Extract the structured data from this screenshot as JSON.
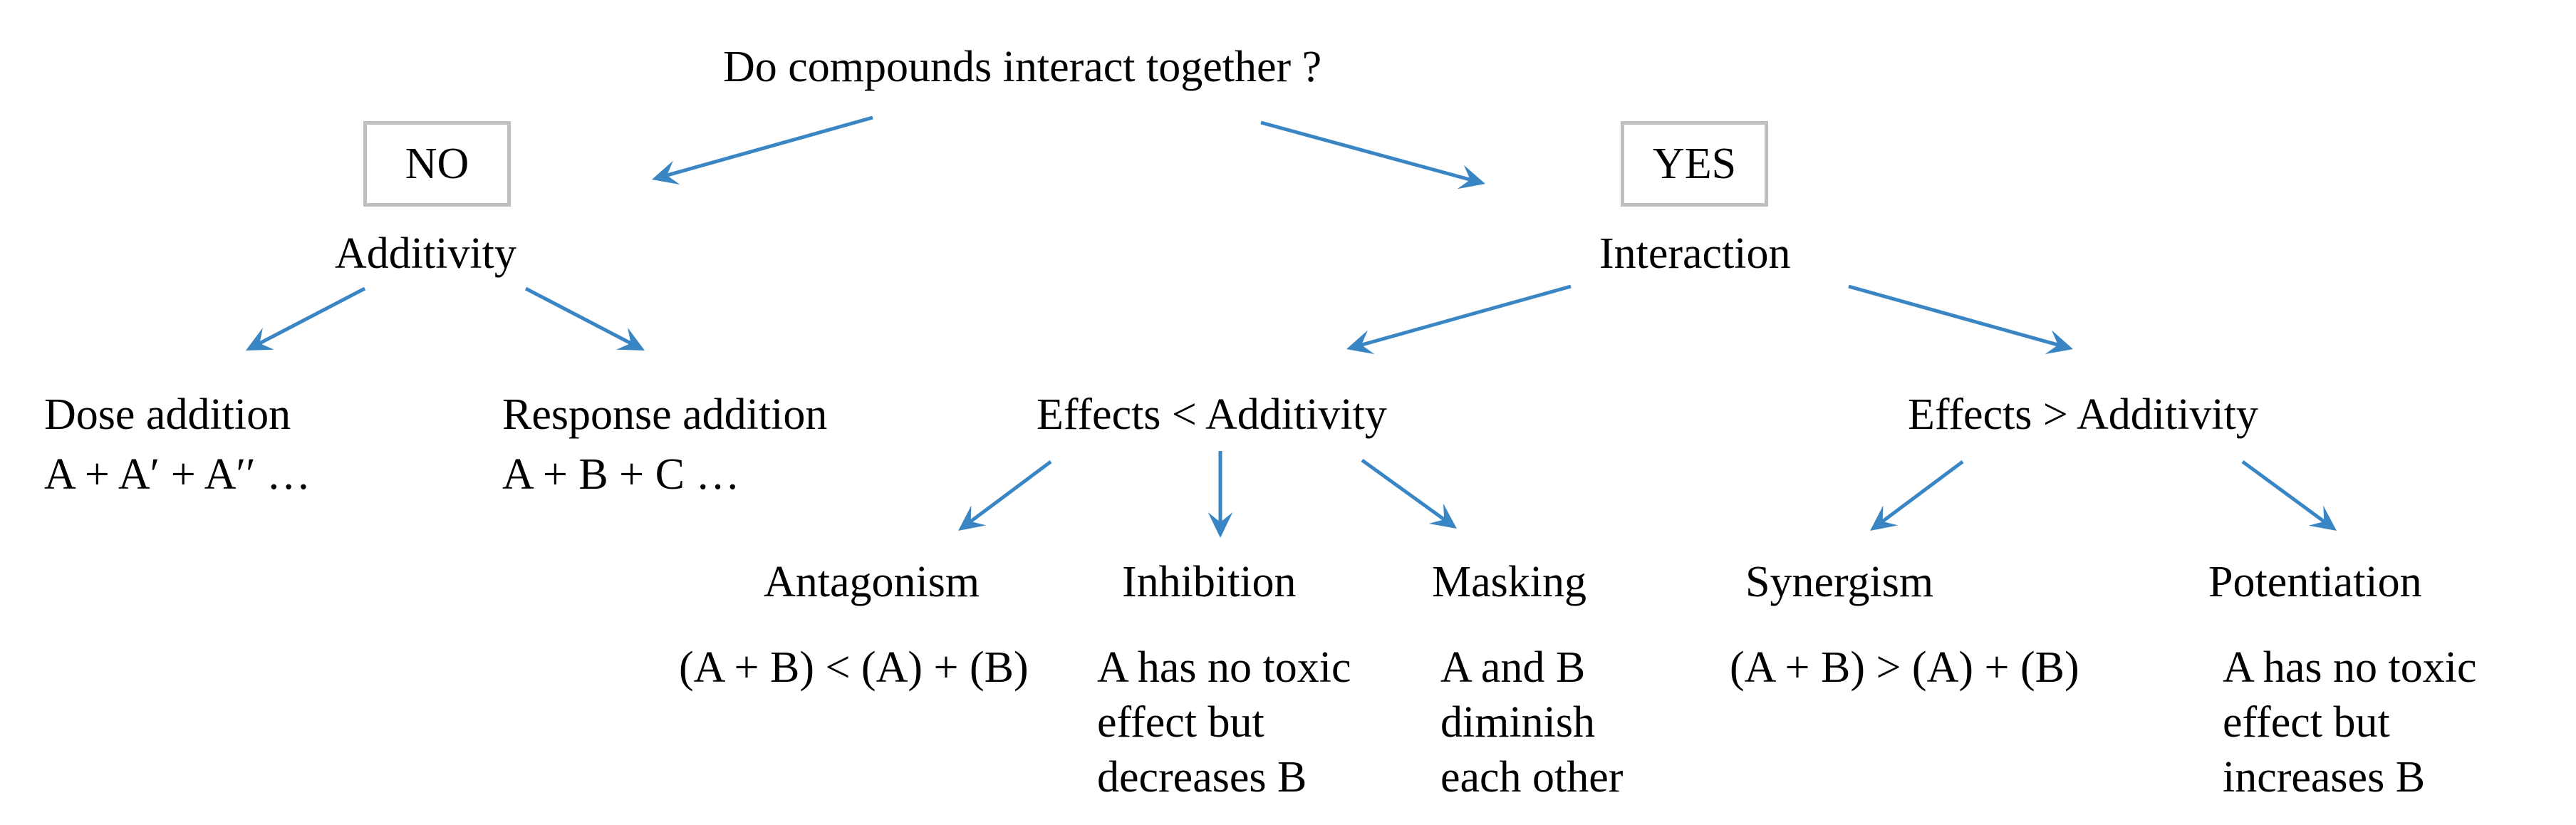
{
  "colors": {
    "arrow": "#3a86c4",
    "box_border": "#bfbfbf",
    "text": "#000000"
  },
  "question": "Do compounds  interact together ?",
  "no_branch": {
    "label": "NO",
    "concept": "Additivity",
    "dose_addition": {
      "title": "Dose addition",
      "formula": "A + A′ + A′′ …"
    },
    "response_addition": {
      "title": "Response addition",
      "formula": "A + B + C …"
    }
  },
  "yes_branch": {
    "label": "YES",
    "concept": "Interaction",
    "less": {
      "title": "Effects < Additivity",
      "antagonism": {
        "title": "Antagonism",
        "desc": "(A + B) < (A) + (B)"
      },
      "inhibition": {
        "title": "Inhibition",
        "desc": [
          "A has no toxic",
          "effect but",
          "decreases B"
        ]
      },
      "masking": {
        "title": "Masking",
        "desc": [
          "A and B",
          "diminish",
          "each other"
        ]
      }
    },
    "greater": {
      "title": "Effects > Additivity",
      "synergism": {
        "title": "Synergism",
        "desc": "(A + B) > (A) + (B)"
      },
      "potentiation": {
        "title": "Potentiation",
        "desc": [
          "A has no toxic",
          "effect but",
          "increases B"
        ]
      }
    }
  }
}
